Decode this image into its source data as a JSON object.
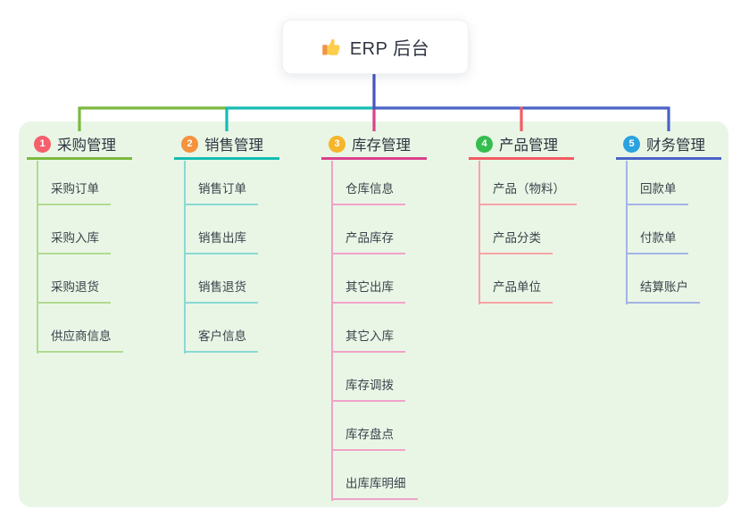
{
  "root": {
    "title": "ERP 后台",
    "icon": "thumbs-up-icon",
    "stem_color": "#4655C2"
  },
  "panel_color": "#E9F6E6",
  "branches": [
    {
      "badge": "1",
      "label": "采购管理",
      "badge_color": "#F4606C",
      "line_color": "#7CB93F",
      "light_color": "#B1DB90",
      "children": [
        "采购订单",
        "采购入库",
        "采购退货",
        "供应商信息"
      ]
    },
    {
      "badge": "2",
      "label": "销售管理",
      "badge_color": "#F6913D",
      "line_color": "#16BCB4",
      "light_color": "#8AD9D3",
      "children": [
        "销售订单",
        "销售出库",
        "销售退货",
        "客户信息"
      ]
    },
    {
      "badge": "3",
      "label": "库存管理",
      "badge_color": "#F7B52C",
      "line_color": "#D9418A",
      "light_color": "#F2A2C8",
      "children": [
        "仓库信息",
        "产品库存",
        "其它出库",
        "其它入库",
        "库存调拨",
        "库存盘点",
        "出库库明细"
      ]
    },
    {
      "badge": "4",
      "label": "产品管理",
      "badge_color": "#35BD4F",
      "line_color": "#F25B62",
      "light_color": "#F8A3A7",
      "children": [
        "产品（物料）",
        "产品分类",
        "产品单位"
      ]
    },
    {
      "badge": "5",
      "label": "财务管理",
      "badge_color": "#2BA2DF",
      "line_color": "#4A63C8",
      "light_color": "#A3B4E6",
      "children": [
        "回款单",
        "付款单",
        "结算账户"
      ]
    }
  ]
}
